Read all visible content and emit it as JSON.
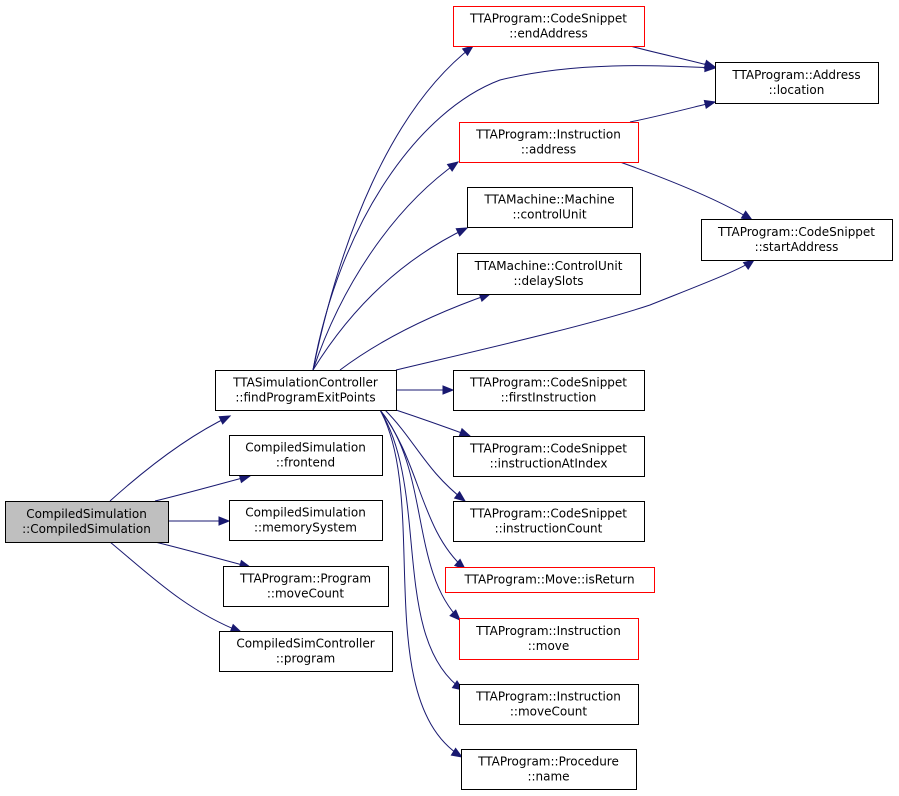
{
  "colors": {
    "edge": "#191970",
    "border_normal": "#000000",
    "border_highlight": "#ff0000",
    "root_fill": "#bfbfbf",
    "node_fill": "#ffffff"
  },
  "nodes": [
    {
      "id": "root",
      "lines": [
        "CompiledSimulation",
        "::CompiledSimulation"
      ],
      "style": "root"
    },
    {
      "id": "findProgramExitPoints",
      "lines": [
        "TTASimulationController",
        "::findProgramExitPoints"
      ],
      "style": "normal"
    },
    {
      "id": "frontend",
      "lines": [
        "CompiledSimulation",
        "::frontend"
      ],
      "style": "normal"
    },
    {
      "id": "memorySystem",
      "lines": [
        "CompiledSimulation",
        "::memorySystem"
      ],
      "style": "normal"
    },
    {
      "id": "programMoveCount",
      "lines": [
        "TTAProgram::Program",
        "::moveCount"
      ],
      "style": "normal"
    },
    {
      "id": "controllerProgram",
      "lines": [
        "CompiledSimController",
        "::program"
      ],
      "style": "normal"
    },
    {
      "id": "endAddress",
      "lines": [
        "TTAProgram::CodeSnippet",
        "::endAddress"
      ],
      "style": "highlight"
    },
    {
      "id": "location",
      "lines": [
        "TTAProgram::Address",
        "::location"
      ],
      "style": "normal"
    },
    {
      "id": "instructionAddress",
      "lines": [
        "TTAProgram::Instruction",
        "::address"
      ],
      "style": "highlight"
    },
    {
      "id": "controlUnit",
      "lines": [
        "TTAMachine::Machine",
        "::controlUnit"
      ],
      "style": "normal"
    },
    {
      "id": "startAddress",
      "lines": [
        "TTAProgram::CodeSnippet",
        "::startAddress"
      ],
      "style": "normal"
    },
    {
      "id": "delaySlots",
      "lines": [
        "TTAMachine::ControlUnit",
        "::delaySlots"
      ],
      "style": "normal"
    },
    {
      "id": "firstInstruction",
      "lines": [
        "TTAProgram::CodeSnippet",
        "::firstInstruction"
      ],
      "style": "normal"
    },
    {
      "id": "instructionAtIndex",
      "lines": [
        "TTAProgram::CodeSnippet",
        "::instructionAtIndex"
      ],
      "style": "normal"
    },
    {
      "id": "instructionCount",
      "lines": [
        "TTAProgram::CodeSnippet",
        "::instructionCount"
      ],
      "style": "normal"
    },
    {
      "id": "isReturn",
      "lines": [
        "TTAProgram::Move::isReturn"
      ],
      "style": "highlight"
    },
    {
      "id": "instructionMove",
      "lines": [
        "TTAProgram::Instruction",
        "::move"
      ],
      "style": "highlight"
    },
    {
      "id": "instructionMoveCount",
      "lines": [
        "TTAProgram::Instruction",
        "::moveCount"
      ],
      "style": "normal"
    },
    {
      "id": "procedureName",
      "lines": [
        "TTAProgram::Procedure",
        "::name"
      ],
      "style": "normal"
    }
  ],
  "edges": [
    {
      "from": "root",
      "to": "findProgramExitPoints"
    },
    {
      "from": "root",
      "to": "frontend"
    },
    {
      "from": "root",
      "to": "memorySystem"
    },
    {
      "from": "root",
      "to": "programMoveCount"
    },
    {
      "from": "root",
      "to": "controllerProgram"
    },
    {
      "from": "findProgramExitPoints",
      "to": "endAddress"
    },
    {
      "from": "findProgramExitPoints",
      "to": "location"
    },
    {
      "from": "findProgramExitPoints",
      "to": "instructionAddress"
    },
    {
      "from": "findProgramExitPoints",
      "to": "controlUnit"
    },
    {
      "from": "findProgramExitPoints",
      "to": "delaySlots"
    },
    {
      "from": "findProgramExitPoints",
      "to": "startAddress"
    },
    {
      "from": "findProgramExitPoints",
      "to": "firstInstruction"
    },
    {
      "from": "findProgramExitPoints",
      "to": "instructionAtIndex"
    },
    {
      "from": "findProgramExitPoints",
      "to": "instructionCount"
    },
    {
      "from": "findProgramExitPoints",
      "to": "isReturn"
    },
    {
      "from": "findProgramExitPoints",
      "to": "instructionMove"
    },
    {
      "from": "findProgramExitPoints",
      "to": "instructionMoveCount"
    },
    {
      "from": "findProgramExitPoints",
      "to": "procedureName"
    },
    {
      "from": "endAddress",
      "to": "location"
    },
    {
      "from": "instructionAddress",
      "to": "location"
    },
    {
      "from": "instructionAddress",
      "to": "startAddress"
    }
  ]
}
